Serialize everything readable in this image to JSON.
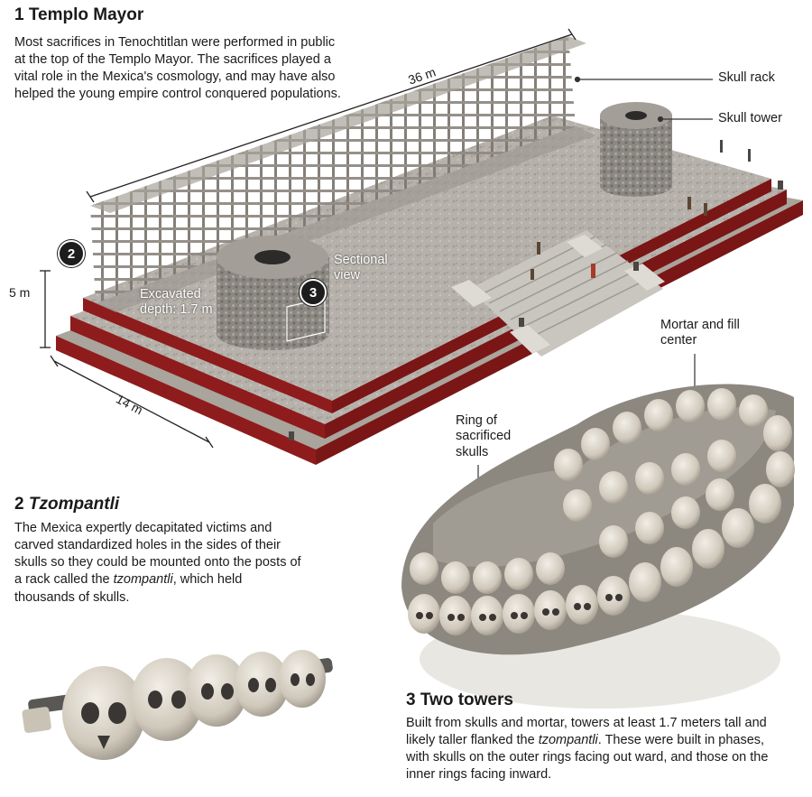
{
  "section1": {
    "title": "1 Templo Mayor",
    "body": "Most sacrifices in Tenochtitlan were performed in public at the top of the Templo Mayor. The sacrifices played a vital role in the Mexica's cosmology, and may have also helped the young empire control conquered populations."
  },
  "section2": {
    "title_num": "2 ",
    "title_em": "Tzompantli",
    "body_pre": "The Mexica expertly decapitated victims and carved standardized holes in the sides of their skulls so they could be mounted onto the posts of a rack called the ",
    "body_em": "tzompantli",
    "body_post": ", which held thousands of skulls."
  },
  "section3": {
    "title": "3 Two towers",
    "body_pre": "Built from skulls and mortar, towers at least 1.7 meters tall and likely taller flanked the ",
    "body_em": "tzompantli",
    "body_post": ". These were built in phases, with skulls on the outer rings facing out ward, and those on the inner rings facing inward."
  },
  "callouts": {
    "skull_rack": "Skull rack",
    "skull_tower": "Skull tower",
    "sectional_view": "Sectional view",
    "excavated_depth": "Excavated depth: 1.7 m",
    "mortar_fill": "Mortar and fill center",
    "ring_skulls": "Ring of sacrificed skulls"
  },
  "dimensions": {
    "length": "36 m",
    "height": "5 m",
    "width": "14 m"
  },
  "badges": {
    "b2": "2",
    "b3": "3"
  },
  "colors": {
    "platform_red": "#8e1c1c",
    "stone": "#b9b5ae",
    "rack": "#8a8580",
    "skull": "#d9d3c7"
  }
}
